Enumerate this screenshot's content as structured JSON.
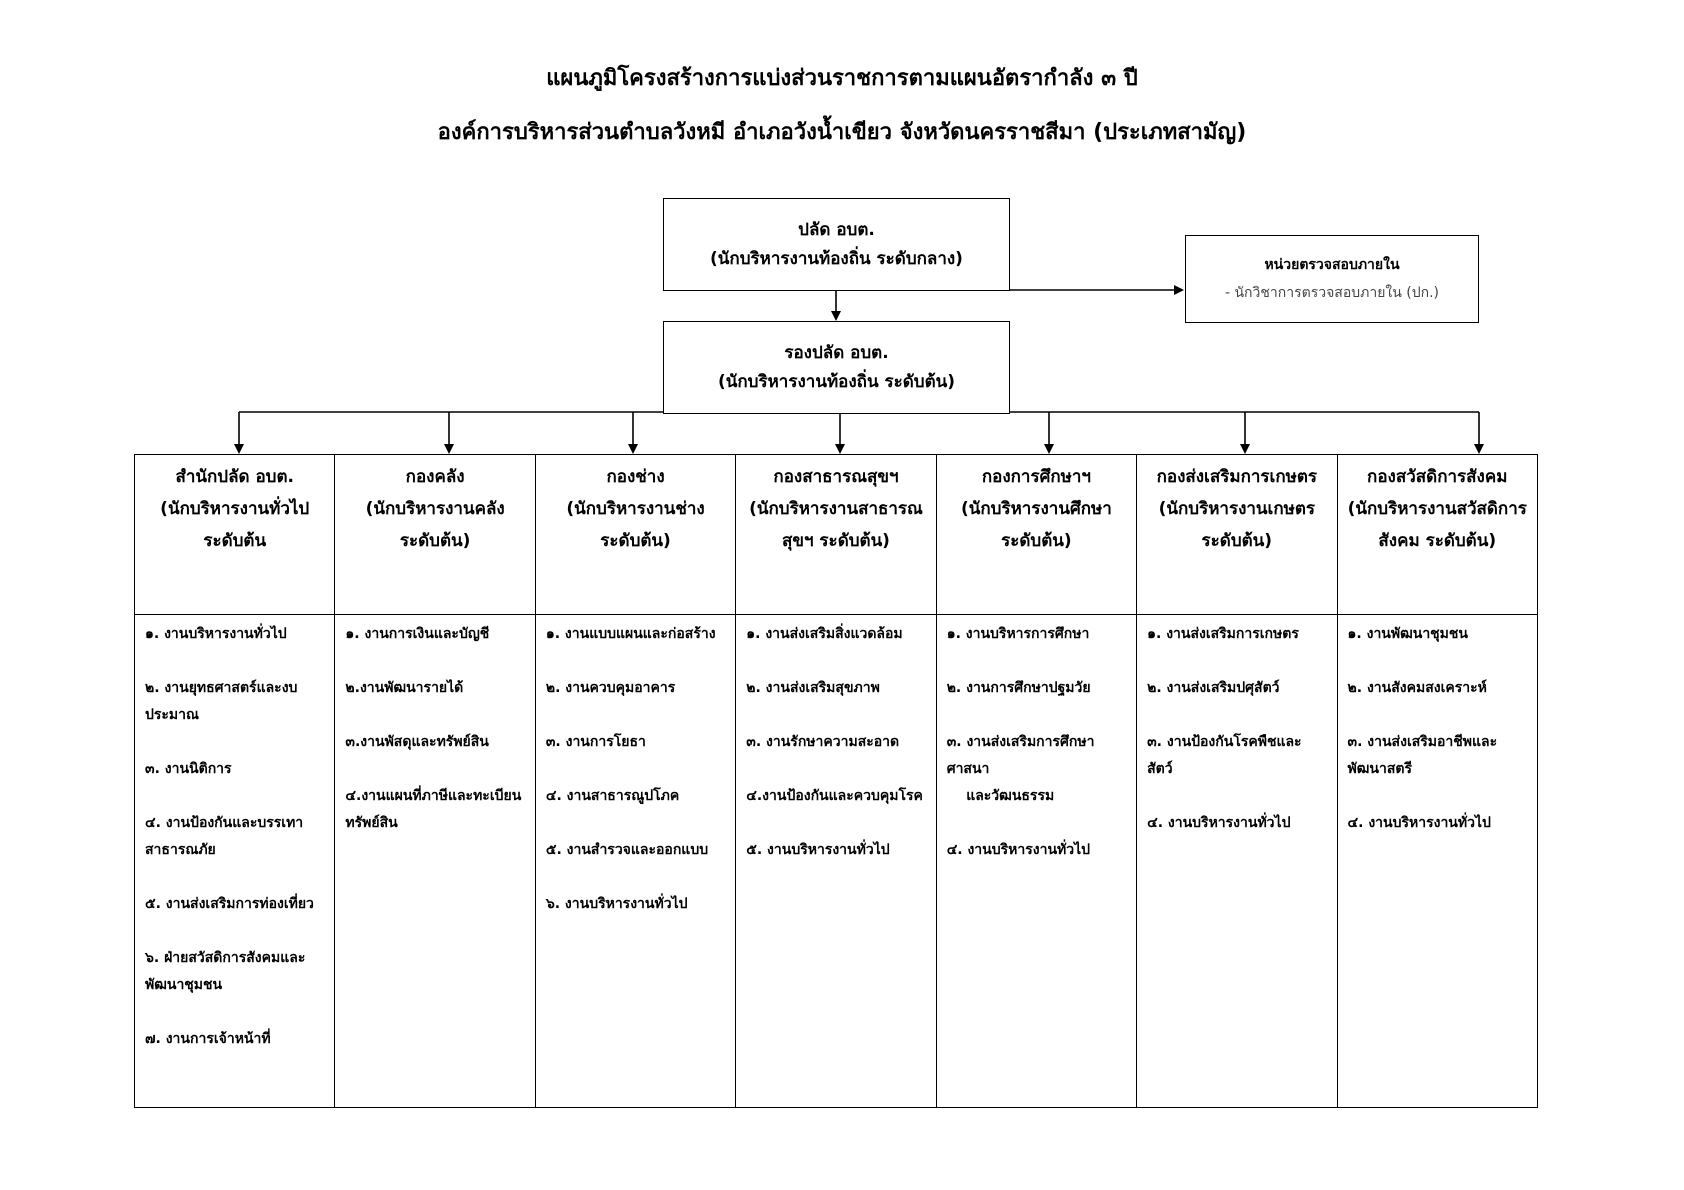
{
  "title": {
    "line1": "แผนภูมิโครงสร้างการแบ่งส่วนราชการตามแผนอัตรากำลัง ๓ ปี",
    "line2": "องค์การบริหารส่วนตำบลวังหมี อำเภอวังน้ำเขียว จังหวัดนครราชสีมา (ประเภทสามัญ)"
  },
  "top": {
    "name": "ปลัด อบต.",
    "position": "(นักบริหารงานท้องถิ่น ระดับกลาง)"
  },
  "deputy": {
    "name": "รองปลัด อบต.",
    "position": "(นักบริหารงานท้องถิ่น ระดับต้น)"
  },
  "audit": {
    "name": "หน่วยตรวจสอบภายใน",
    "position": "- นักวิชาการตรวจสอบภายใน (ปก.)"
  },
  "divisions": [
    {
      "name": "สำนักปลัด อบต.",
      "position": "(นักบริหารงานทั่วไป ระดับต้น",
      "items": [
        "๑. งานบริหารงานทั่วไป",
        "๒. งานยุทธศาสตร์และงบประมาณ",
        "๓. งานนิติการ",
        "๔. งานป้องกันและบรรเทาสาธารณภัย",
        "๕. งานส่งเสริมการท่องเที่ยว",
        "๖. ฝ่ายสวัสดิการสังคมและพัฒนาชุมชน",
        "๗. งานการเจ้าหน้าที่"
      ]
    },
    {
      "name": "กองคลัง",
      "position": "(นักบริหารงานคลัง ระดับต้น)",
      "items": [
        "๑. งานการเงินและบัญชี",
        "๒.งานพัฒนารายได้",
        "๓.งานพัสดุและทรัพย์สิน",
        "๔.งานแผนที่ภาษีและทะเบียนทรัพย์สิน"
      ]
    },
    {
      "name": "กองช่าง",
      "position": "(นักบริหารงานช่าง ระดับต้น)",
      "items": [
        "๑. งานแบบแผนและก่อสร้าง",
        "๒. งานควบคุมอาคาร",
        "๓. งานการโยธา",
        "๔. งานสาธารณูปโภค",
        "๕. งานสำรวจและออกแบบ",
        "๖. งานบริหารงานทั่วไป"
      ]
    },
    {
      "name": "กองสาธารณสุขฯ",
      "position": "(นักบริหารงานสาธารณสุขฯ ระดับต้น)",
      "items": [
        "๑. งานส่งเสริมสิ่งแวดล้อม",
        "๒. งานส่งเสริมสุขภาพ",
        "๓. งานรักษาความสะอาด",
        "๔.งานป้องกันและควบคุมโรค",
        "๕. งานบริหารงานทั่วไป"
      ]
    },
    {
      "name": "กองการศึกษาฯ",
      "position": "(นักบริหารงานศึกษา ระดับต้น)",
      "items": [
        "๑. งานบริหารการศึกษา",
        "๒. งานการศึกษาปฐมวัย",
        "๓. งานส่งเสริมการศึกษา ศาสนา\n    และวัฒนธรรม",
        "๔. งานบริหารงานทั่วไป"
      ]
    },
    {
      "name": "กองส่งเสริมการเกษตร",
      "position": "(นักบริหารงานเกษตร ระดับต้น)",
      "items": [
        "๑. งานส่งเสริมการเกษตร",
        "๒. งานส่งเสริมปศุสัตว์",
        "๓. งานป้องกันโรคพืชและสัตว์",
        "๔. งานบริหารงานทั่วไป"
      ]
    },
    {
      "name": "กองสวัสดิการสังคม",
      "position": "(นักบริหารงานสวัสดิการสังคม ระดับต้น)",
      "items": [
        "๑. งานพัฒนาชุมชน",
        "๒. งานสังคมสงเคราะห์",
        "๓. งานส่งเสริมอาชีพและพัฒนาสตรี",
        "๔. งานบริหารงานทั่วไป"
      ]
    }
  ]
}
